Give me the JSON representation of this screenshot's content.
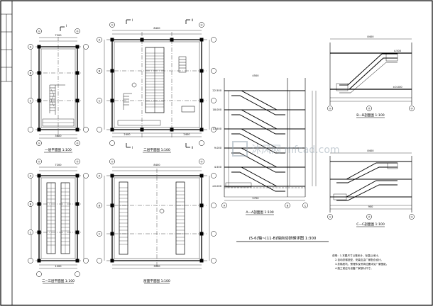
{
  "sheet_title": "(5-6)轴~(11-B)轴自动扶梯详图 1:300",
  "views": {
    "plan_1f": "一层平面图 1:100",
    "plan_2f": "二层平面图 1:100",
    "plan_2_3f": "二~三层平面图 1:100",
    "plan_roof": "屋面平面图 1:100",
    "section_aa": "A—A剖面图 1:100",
    "section_bb": "B—B剖面图 1:100",
    "section_cc": "C—C剖面图 1:100"
  },
  "grid_labels": {
    "g1": "①",
    "g2": "②",
    "g3": "③",
    "g4": "④",
    "gA": "A",
    "gB": "B",
    "gC": "C"
  },
  "section_marks": {
    "m1": "Ⅰ",
    "m2": "Ⅱ"
  },
  "dims": {
    "d1": "8400",
    "d2": "8400",
    "d3": "3600",
    "d4": "2400",
    "d5": "7200",
    "d6": "3900",
    "d7": "4500",
    "d8": "5700",
    "d9": "1200",
    "d10": "900"
  },
  "elev": {
    "e1": "±0.000",
    "e2": "4.500",
    "e3": "9.000",
    "e4": "13.500",
    "e5": "18.000",
    "e6": "22.500"
  },
  "notes": [
    "说明：1.本图尺寸以毫米计，标高以米计。",
    "2.自动扶梯选型、安装应由厂家配合设计。",
    "3.扶梯底坑、预埋件及吊钩位置详见厂家图纸。",
    "4.施工前应与设备厂家核对尺寸。"
  ],
  "watermark": "沐风网 mfcad.com",
  "colors": {
    "line": "#000000",
    "grid": "#3a3a3a",
    "watermark": "#9aa8b4"
  }
}
